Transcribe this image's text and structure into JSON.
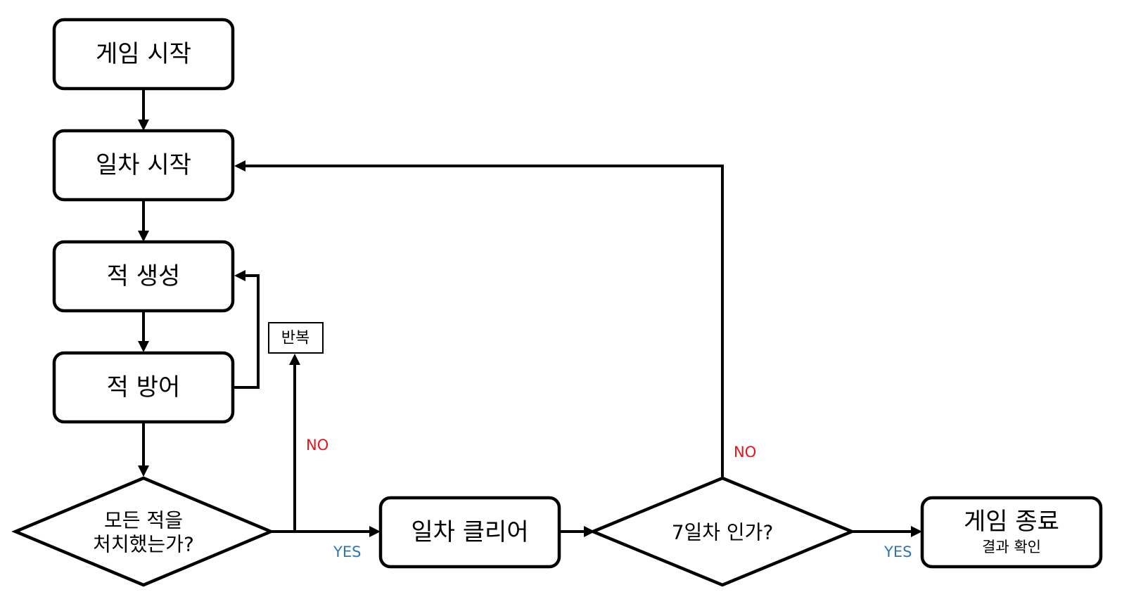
{
  "nodes": {
    "game_start": "게임 시작",
    "day_start": "일차 시작",
    "enemy_spawn": "적 생성",
    "enemy_defense": "적 방어",
    "all_enemies_line1": "모든 적을",
    "all_enemies_line2": "처치했는가?",
    "repeat": "반복",
    "day_clear": "일차 클리어",
    "day7_question": "7일차 인가?",
    "game_end": "게임 종료",
    "result_check": "결과 확인"
  },
  "labels": {
    "no_1": "NO",
    "yes_1": "YES",
    "no_2": "NO",
    "yes_2": "YES"
  },
  "colors": {
    "no": "#e8141c",
    "yes": "#2e75b6",
    "stroke": "#000000"
  }
}
